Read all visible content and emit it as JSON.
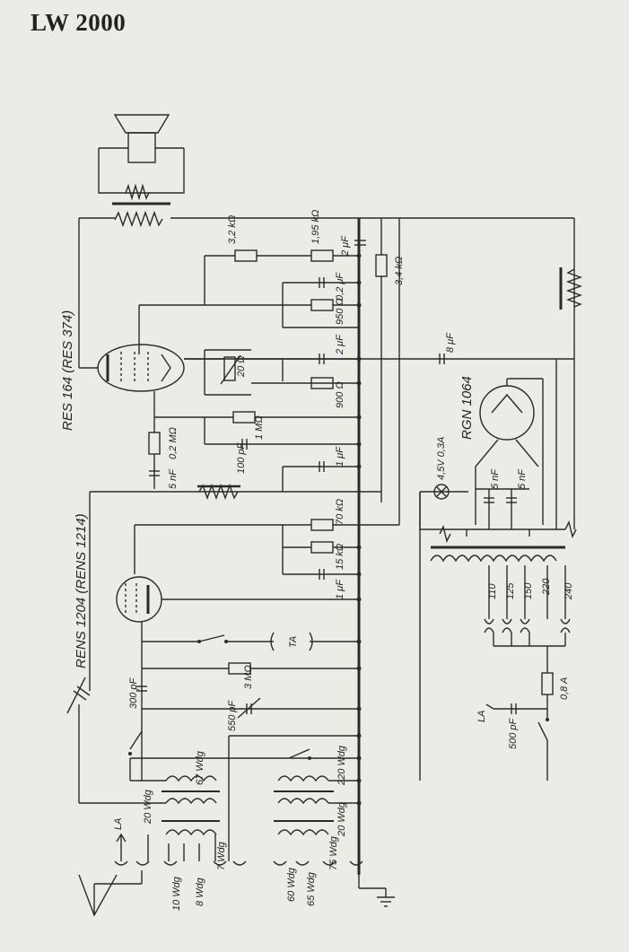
{
  "title": "LW 2000",
  "tubes": {
    "audio": "RES 164 (RES 374)",
    "detector": "RENS 1204 (RENS 1214)",
    "rectifier": "RGN 1064"
  },
  "labels": {
    "r_3k2": "3,2 kΩ",
    "r_1k95": "1,95 kΩ",
    "c_2uF_top": "2 μF",
    "r_3k4": "3,4 kΩ",
    "c_0_2uF": "0,2 μF",
    "r_950": "950 Ω",
    "c_2uF": "2 μF",
    "r_900": "900 Ω",
    "c_8uF": "8 μF",
    "r_20": "20 Ω",
    "r_1M": "1 MΩ",
    "r_0_2M": "0,2 MΩ",
    "c_100pF": "100 pF",
    "c_5nF_left": "5 nF",
    "c_1uF_mid": "1 μF",
    "r_70k": "70 kΩ",
    "r_15k": "15 kΩ",
    "c_1uF_low": "1 μF",
    "lamp": "4,5V 0,3A",
    "c_5nF_a": "5 nF",
    "c_5nF_b": "5 nF",
    "r_3M": "3 MΩ",
    "ta": "TA",
    "c_300pF": "300 pF",
    "c_550pF": "550 pF",
    "coil_67": "67 Wdg",
    "coil_220": "220 Wdg",
    "coil_20_left": "20 Wdg",
    "coil_20_right": "20 Wdg",
    "coil_10": "10 Wdg",
    "coil_8": "8 Wdg",
    "coil_7": "7 Wdg",
    "coil_60": "60 Wdg",
    "coil_65": "65 Wdg",
    "coil_75": "75 Wdg",
    "la_left": "LA",
    "la_right": "LA",
    "c_500pF": "500 pF",
    "fuse": "0,8 A",
    "taps": [
      "110",
      "125",
      "150",
      "220",
      "240"
    ]
  }
}
